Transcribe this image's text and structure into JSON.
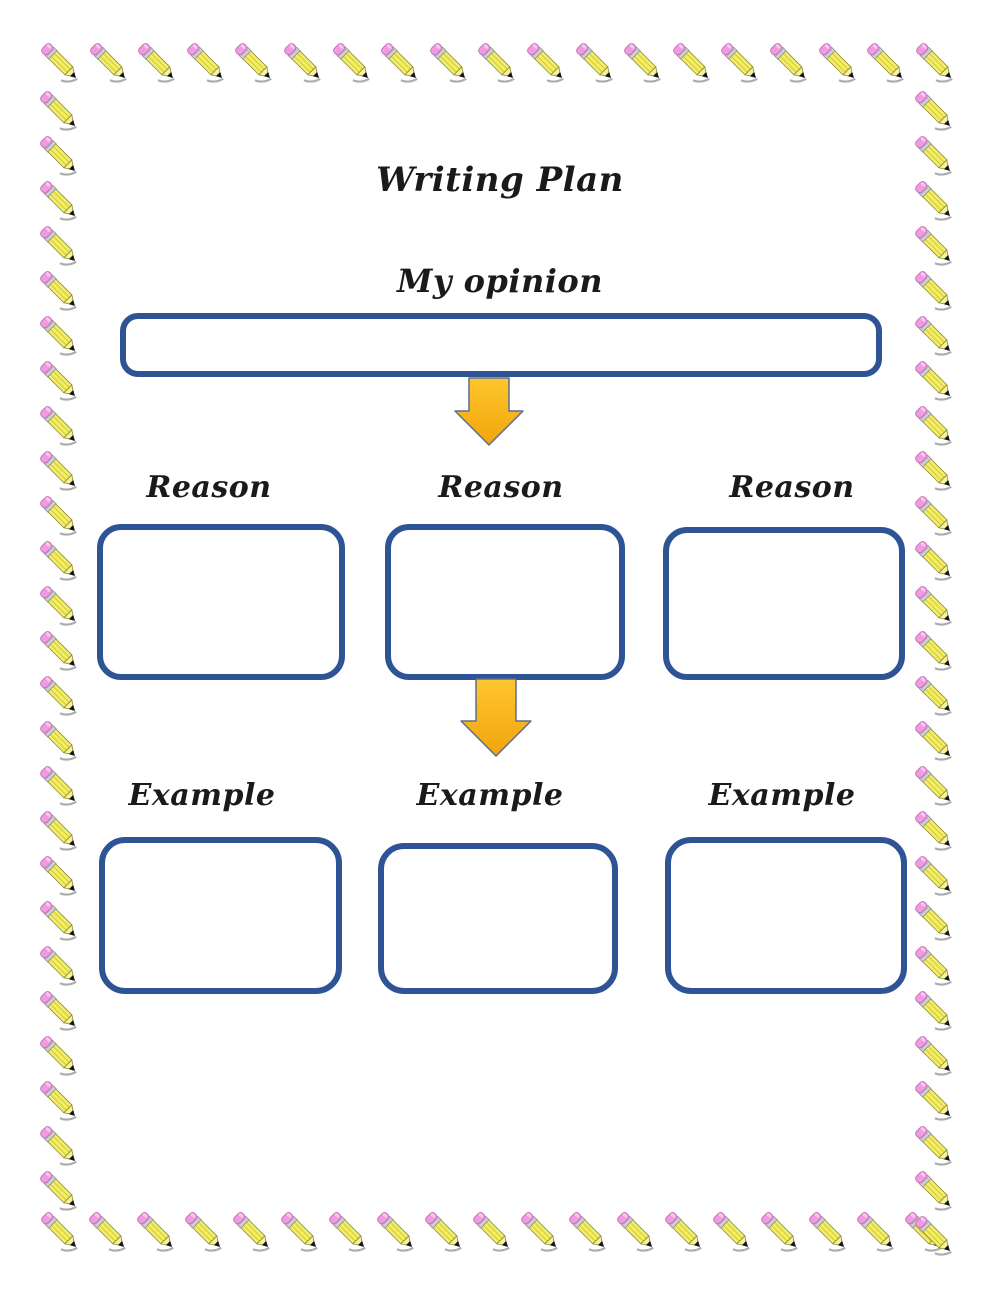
{
  "page": {
    "title": "Writing Plan"
  },
  "opinion": {
    "label": "My opinion",
    "value": ""
  },
  "reasons": [
    {
      "label": "Reason",
      "value": ""
    },
    {
      "label": "Reason",
      "value": ""
    },
    {
      "label": "Reason",
      "value": ""
    }
  ],
  "examples": [
    {
      "label": "Example",
      "value": ""
    },
    {
      "label": "Example",
      "value": ""
    },
    {
      "label": "Example",
      "value": ""
    }
  ],
  "icons": {
    "border_decoration": "pencil-icon",
    "flow": "down-arrow-icon"
  },
  "colors": {
    "box_border_blue": "#2F5496",
    "arrow_gold_top": "#FFC62E",
    "arrow_gold_bottom": "#F2A50C",
    "arrow_outline": "#5C6E91",
    "pencil_body_yellow": "#F4EF6A",
    "pencil_eraser_pink": "#F09BE0",
    "text": "#1a1a1a",
    "page_background": "#ffffff"
  }
}
